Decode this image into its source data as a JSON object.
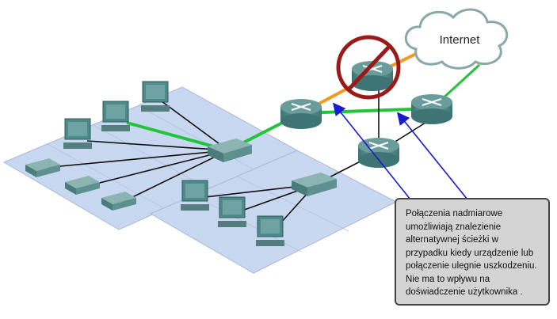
{
  "cloud": {
    "label": "Internet"
  },
  "note": {
    "lines": [
      "Połączenia nadmiarowe",
      "umożliwiają  znalezienie",
      "alternatywnej ścieżki w",
      "przypadku kiedy urządzenie lub",
      "połączenie ulegnie uszkodzeniu.",
      "Nie ma to wpływu na",
      "doświadczenie użytkownika ."
    ]
  },
  "colors": {
    "active_link": "#22c43a",
    "failed_link": "#f39a1e",
    "prohibit": "#9a1a1a",
    "arrow": "#1a1ad0",
    "device": "#4f8a8a",
    "floor": "#c8d8f0"
  }
}
